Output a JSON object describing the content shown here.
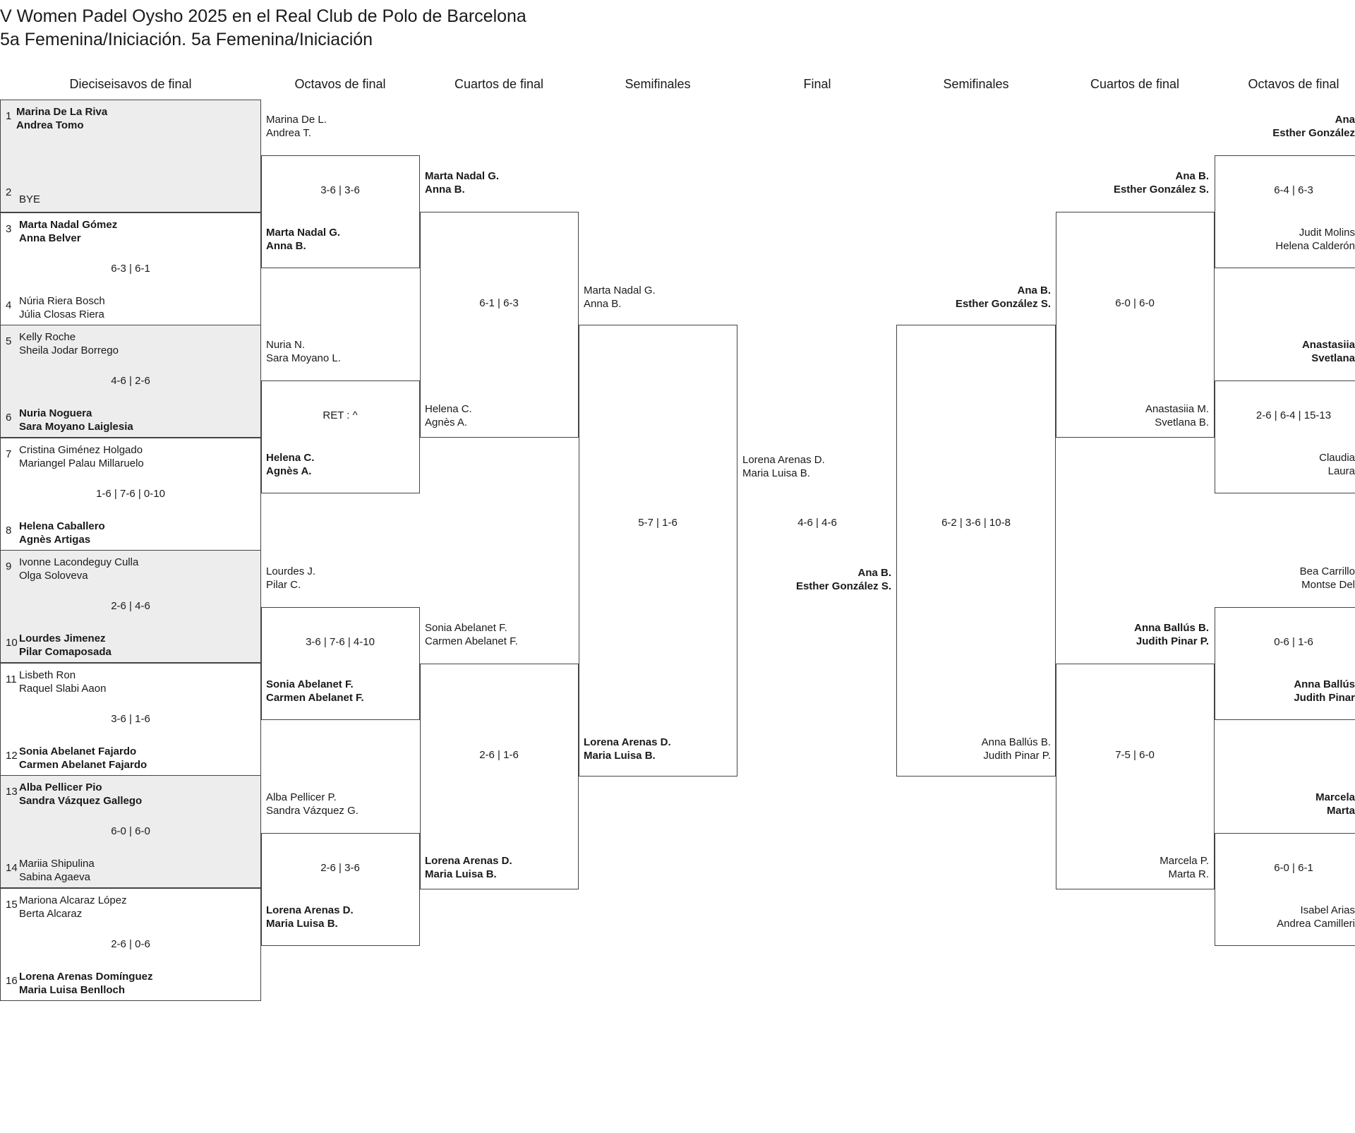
{
  "title_line1": "V Women Padel Oysho 2025 en el Real Club de Polo de Barcelona",
  "title_line2": "5a Femenina/Iniciación. 5a Femenina/Iniciación",
  "round_headers": [
    "Dieciseisavos de final",
    "Octavos de final",
    "Cuartos de final",
    "Semifinales",
    "Final",
    "Semifinales",
    "Cuartos de final",
    "Octavos de final"
  ],
  "r32": [
    {
      "seed_a": "1",
      "a1": "Marina De La Riva",
      "a2": "Andrea Tomo",
      "seed_b": "2",
      "b1": "BYE",
      "b2": "",
      "score": ""
    },
    {
      "seed_a": "3",
      "a1": "Marta Nadal Gómez",
      "a2": "Anna Belver",
      "seed_b": "4",
      "b1": "Núria Riera Bosch",
      "b2": "Júlia Closas Riera",
      "score": "6-3 | 6-1"
    },
    {
      "seed_a": "5",
      "a1": "Kelly Roche",
      "a2": "Sheila Jodar Borrego",
      "seed_b": "6",
      "b1": "Nuria Noguera",
      "b2": "Sara Moyano Laiglesia",
      "score": "4-6 | 2-6"
    },
    {
      "seed_a": "7",
      "a1": "Cristina Giménez Holgado",
      "a2": "Mariangel Palau Millaruelo",
      "seed_b": "8",
      "b1": "Helena Caballero",
      "b2": "Agnès Artigas",
      "score": "1-6 | 7-6 | 0-10"
    },
    {
      "seed_a": "9",
      "a1": "Ivonne Lacondeguy Culla",
      "a2": "Olga Soloveva",
      "seed_b": "10",
      "b1": "Lourdes Jimenez",
      "b2": "Pilar Comaposada",
      "score": "2-6 | 4-6"
    },
    {
      "seed_a": "11",
      "a1": "Lisbeth Ron",
      "a2": "Raquel Slabi Aaon",
      "seed_b": "12",
      "b1": "Sonia Abelanet Fajardo",
      "b2": "Carmen Abelanet Fajardo",
      "score": "3-6 | 1-6"
    },
    {
      "seed_a": "13",
      "a1": "Alba Pellicer Pio",
      "a2": "Sandra Vázquez Gallego",
      "seed_b": "14",
      "b1": "Mariia Shipulina",
      "b2": "Sabina Agaeva",
      "score": "6-0 | 6-0"
    },
    {
      "seed_a": "15",
      "a1": "Mariona Alcaraz López",
      "a2": "Berta Alcaraz",
      "seed_b": "16",
      "b1": "Lorena Arenas Domínguez",
      "b2": "Maria Luisa Benlloch",
      "score": "2-6 | 0-6"
    }
  ],
  "left_r16": [
    {
      "a1": "Marina De L.",
      "a2": "Andrea T.",
      "b1": "Marta Nadal G.",
      "b2": "Anna B.",
      "score": "3-6 | 3-6"
    },
    {
      "a1": "Nuria N.",
      "a2": "Sara Moyano L.",
      "b1": "Helena C.",
      "b2": "Agnès A.",
      "score": "RET : ^"
    },
    {
      "a1": "Lourdes J.",
      "a2": "Pilar C.",
      "b1": "Sonia Abelanet F.",
      "b2": "Carmen Abelanet F.",
      "score": "3-6 | 7-6 | 4-10"
    },
    {
      "a1": "Alba Pellicer P.",
      "a2": "Sandra Vázquez G.",
      "b1": "Lorena Arenas D.",
      "b2": "Maria Luisa B.",
      "score": "2-6 | 3-6"
    }
  ],
  "left_qf": [
    {
      "a1": "Marta Nadal G.",
      "a2": "Anna B.",
      "b1": "Helena C.",
      "b2": "Agnès A.",
      "score": "6-1 | 6-3"
    },
    {
      "a1": "Sonia Abelanet F.",
      "a2": "Carmen Abelanet F.",
      "b1": "Lorena Arenas D.",
      "b2": "Maria Luisa B.",
      "score": "2-6 | 1-6"
    }
  ],
  "left_sf": {
    "a1": "Marta Nadal G.",
    "a2": "Anna B.",
    "b1": "Lorena Arenas D.",
    "b2": "Maria Luisa B.",
    "score": "5-7 | 1-6"
  },
  "final": {
    "a1": "Lorena Arenas D.",
    "a2": "Maria Luisa B.",
    "b1": "Ana B.",
    "b2": "Esther González S.",
    "score": "4-6 | 4-6"
  },
  "right_sf": {
    "a1": "Ana B.",
    "a2": "Esther González S.",
    "b1": "Anna Ballús B.",
    "b2": "Judith Pinar P.",
    "score": "6-2 | 3-6 | 10-8"
  },
  "right_qf": [
    {
      "a1": "Ana B.",
      "a2": "Esther González S.",
      "b1": "Anastasiia M.",
      "b2": "Svetlana B.",
      "score": "6-0 | 6-0"
    },
    {
      "a1": "Anna Ballús B.",
      "a2": "Judith Pinar P.",
      "b1": "Marcela P.",
      "b2": "Marta R.",
      "score": "7-5 | 6-0"
    }
  ],
  "right_r16": [
    {
      "a1": "Ana",
      "a2": "Esther González",
      "b1": "Judit Molins",
      "b2": "Helena Calderón",
      "score": "6-4 | 6-3"
    },
    {
      "a1": "Anastasiia",
      "a2": "Svetlana",
      "b1": "Claudia",
      "b2": "Laura",
      "score": "2-6 | 6-4 | 15-13"
    },
    {
      "a1": "Bea Carrillo",
      "a2": "Montse Del",
      "b1": "Anna Ballús",
      "b2": "Judith Pinar",
      "score": "0-6 | 1-6"
    },
    {
      "a1": "Marcela",
      "a2": "Marta",
      "b1": "Isabel Arias",
      "b2": "Andrea Camilleri",
      "score": "6-0 | 6-1"
    }
  ]
}
